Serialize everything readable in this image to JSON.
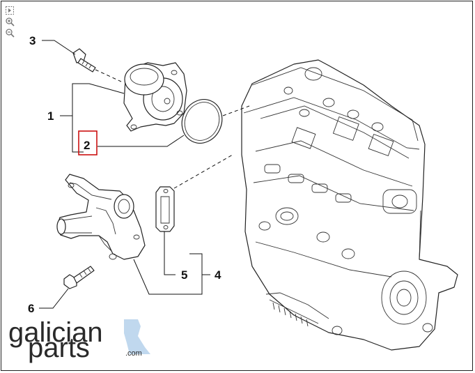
{
  "toolbar": {
    "icons": [
      "fit-page-icon",
      "zoom-in-icon",
      "zoom-out-icon"
    ]
  },
  "callouts": {
    "c1": "1",
    "c2": "2",
    "c3": "3",
    "c4": "4",
    "c5": "5",
    "c6": "6"
  },
  "highlight_color": "#cc1111",
  "logo": {
    "line1": "galician",
    "line2": "parts",
    "suffix": ".com",
    "accent": "#b9d4ec"
  }
}
